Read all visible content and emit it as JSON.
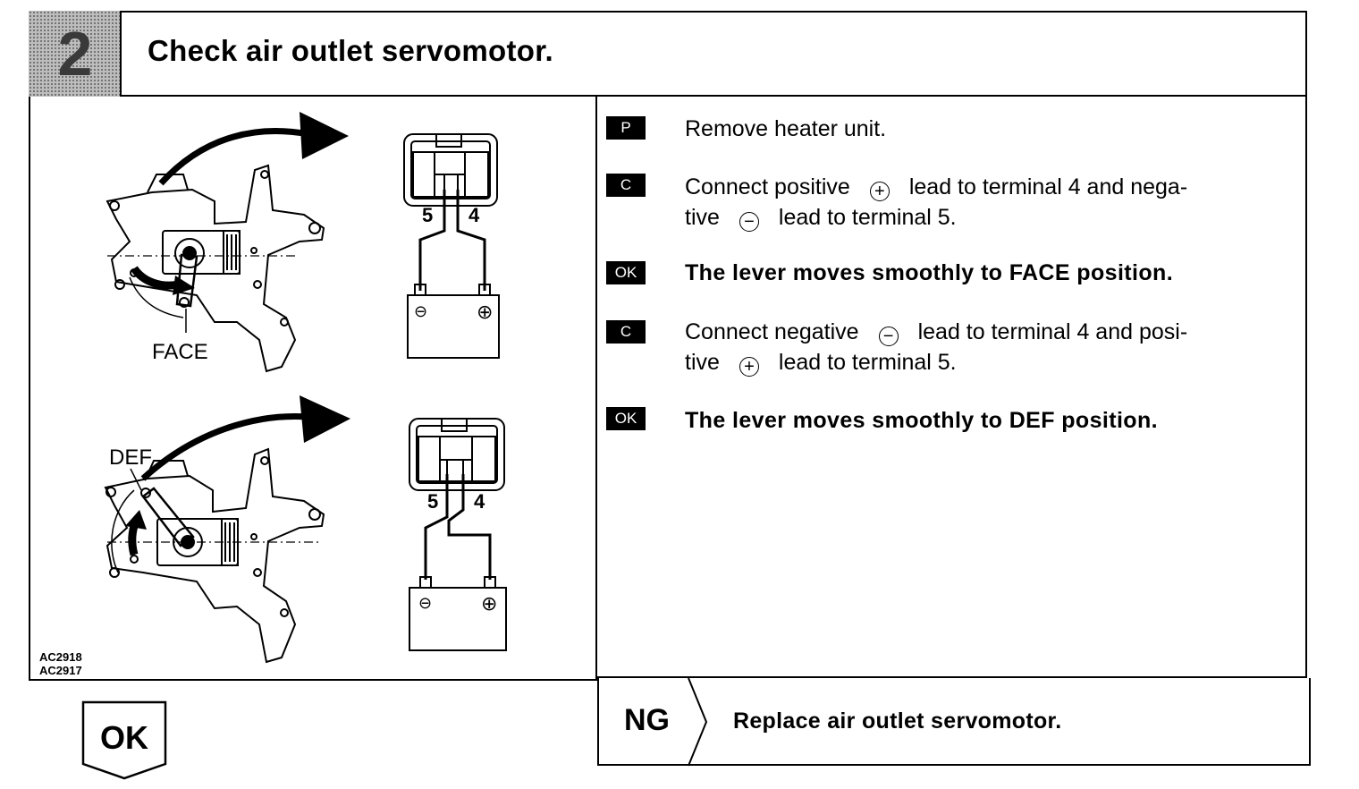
{
  "header": {
    "step_number": "2",
    "title": "Check air outlet servomotor."
  },
  "figure": {
    "face_label": "FACE",
    "def_label": "DEF",
    "terminal_5": "5",
    "terminal_4": "4",
    "battery_neg": "⊖",
    "battery_pos": "⊕",
    "code_1": "AC2918",
    "code_2": "AC2917"
  },
  "steps": [
    {
      "badge": "P",
      "text": "Remove heater unit."
    },
    {
      "badge": "C",
      "pre": "Connect positive",
      "sym1": "+",
      "mid": "lead to terminal 4 and nega-",
      "line2a": "tive",
      "sym2": "−",
      "line2b": "lead to terminal 5."
    },
    {
      "badge": "OK",
      "text": "The lever moves smoothly to FACE position."
    },
    {
      "badge": "C",
      "pre": "Connect negative",
      "sym1": "−",
      "mid": "lead to terminal 4 and posi-",
      "line2a": "tive",
      "sym2": "+",
      "line2b": "lead to terminal 5."
    },
    {
      "badge": "OK",
      "text": "The lever moves smoothly to DEF position."
    }
  ],
  "ng": {
    "label": "NG",
    "text": "Replace air outlet servomotor."
  },
  "ok": {
    "label": "OK"
  }
}
